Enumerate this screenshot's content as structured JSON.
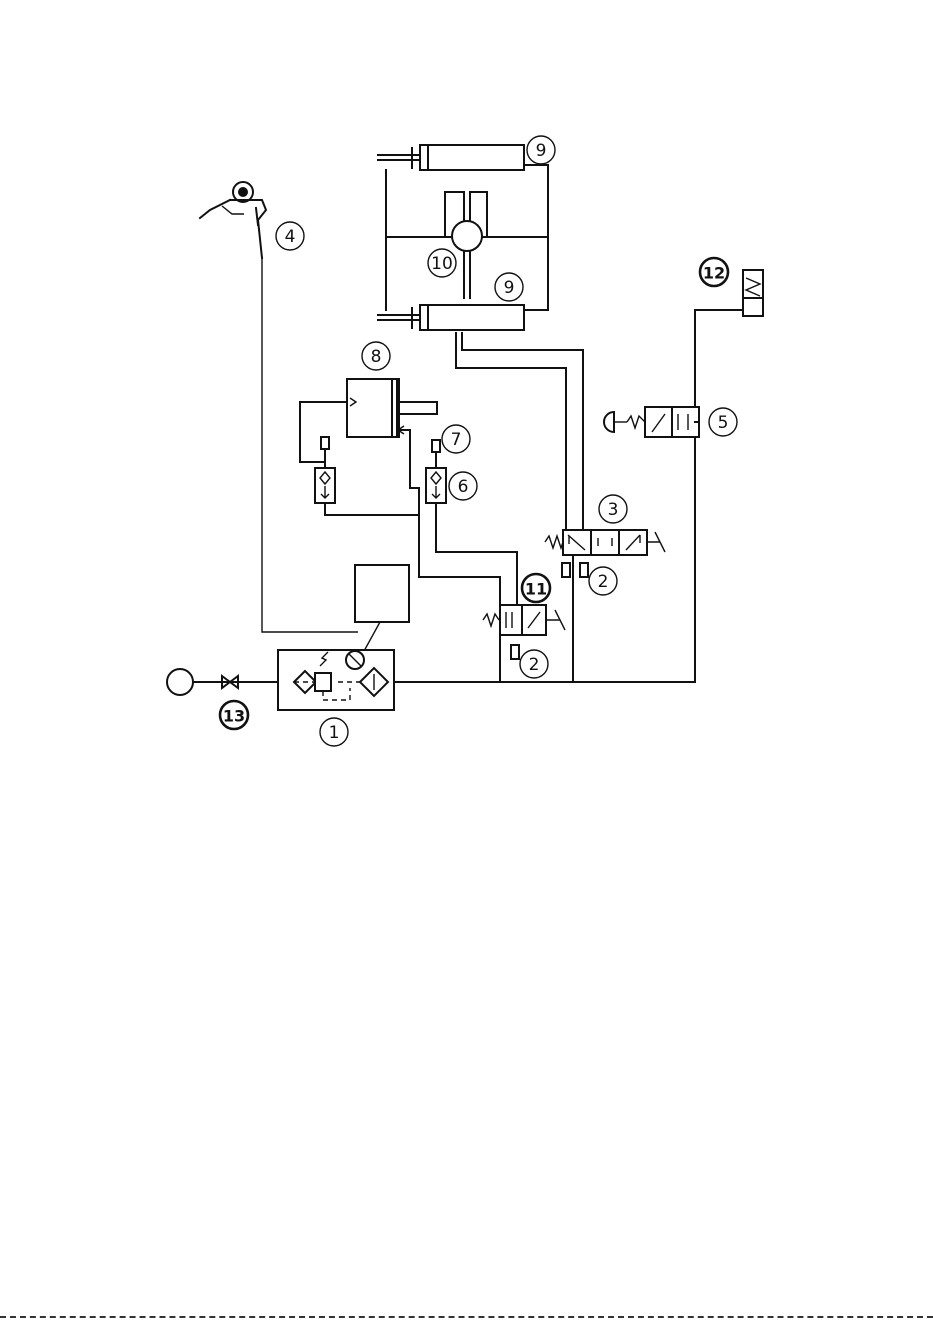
{
  "labels": {
    "l1": "1",
    "l2a": "2",
    "l2b": "2",
    "l3": "3",
    "l4": "4",
    "l5": "5",
    "l6": "6",
    "l7": "7",
    "l8": "8",
    "l9a": "9",
    "l9b": "9",
    "l10": "10",
    "l11": "11",
    "l12": "12",
    "l13": "13"
  },
  "colors": {
    "line": "#111111",
    "background": "#ffffff"
  },
  "icons": {
    "air_gun": "spray-gun-icon",
    "pressure_gauge": "gauge-icon",
    "air_source": "compressor-icon",
    "valve": "stop-valve-icon"
  }
}
